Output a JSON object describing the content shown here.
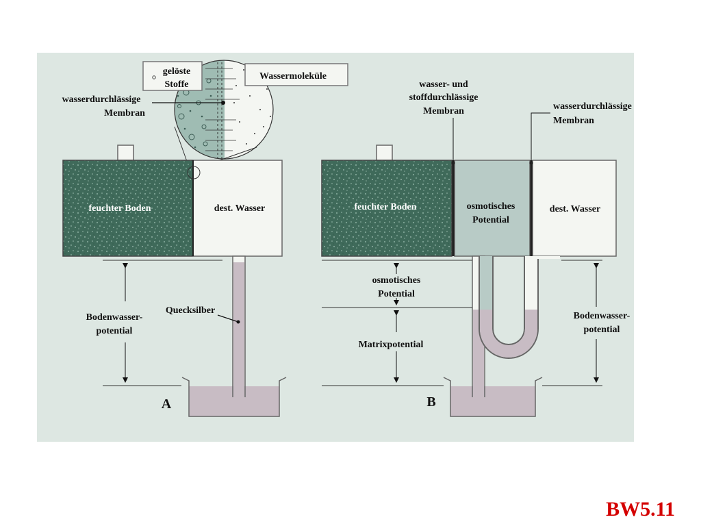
{
  "panel_a": {
    "letter": "A",
    "callout_solutes_line1": "gelöste",
    "callout_solutes_line2": "Stoffe",
    "callout_water_molecules": "Wassermoleküle",
    "membrane_label_line1": "wasserdurchlässige",
    "membrane_label_line2": "Membran",
    "soil_label": "feuchter Boden",
    "water_label": "dest. Wasser",
    "mercury_label": "Quecksilber",
    "potential_label_line1": "Bodenwasser-",
    "potential_label_line2": "potential"
  },
  "panel_b": {
    "letter": "B",
    "membrane1_label_line1": "wasser- und",
    "membrane1_label_line2": "stoffdurchlässige",
    "membrane1_label_line3": "Membran",
    "membrane2_label_line1": "wasserdurchlässige",
    "membrane2_label_line2": "Membran",
    "soil_label": "feuchter Boden",
    "osmotic_chamber_line1": "osmotisches",
    "osmotic_chamber_line2": "Potential",
    "water_label": "dest. Wasser",
    "osmotic_arrow_line1": "osmotisches",
    "osmotic_arrow_line2": "Potential",
    "matrix_label": "Matrixpotential",
    "potential_label_line1": "Bodenwasser-",
    "potential_label_line2": "potential"
  },
  "slide_code": "BW5.11",
  "colors": {
    "panel_background": "#dde7e2",
    "soil": "#3f6a5a",
    "osmotic_solution": "#b8cbc6",
    "mercury": "#c8bcc4",
    "slide_code": "#d40000"
  }
}
